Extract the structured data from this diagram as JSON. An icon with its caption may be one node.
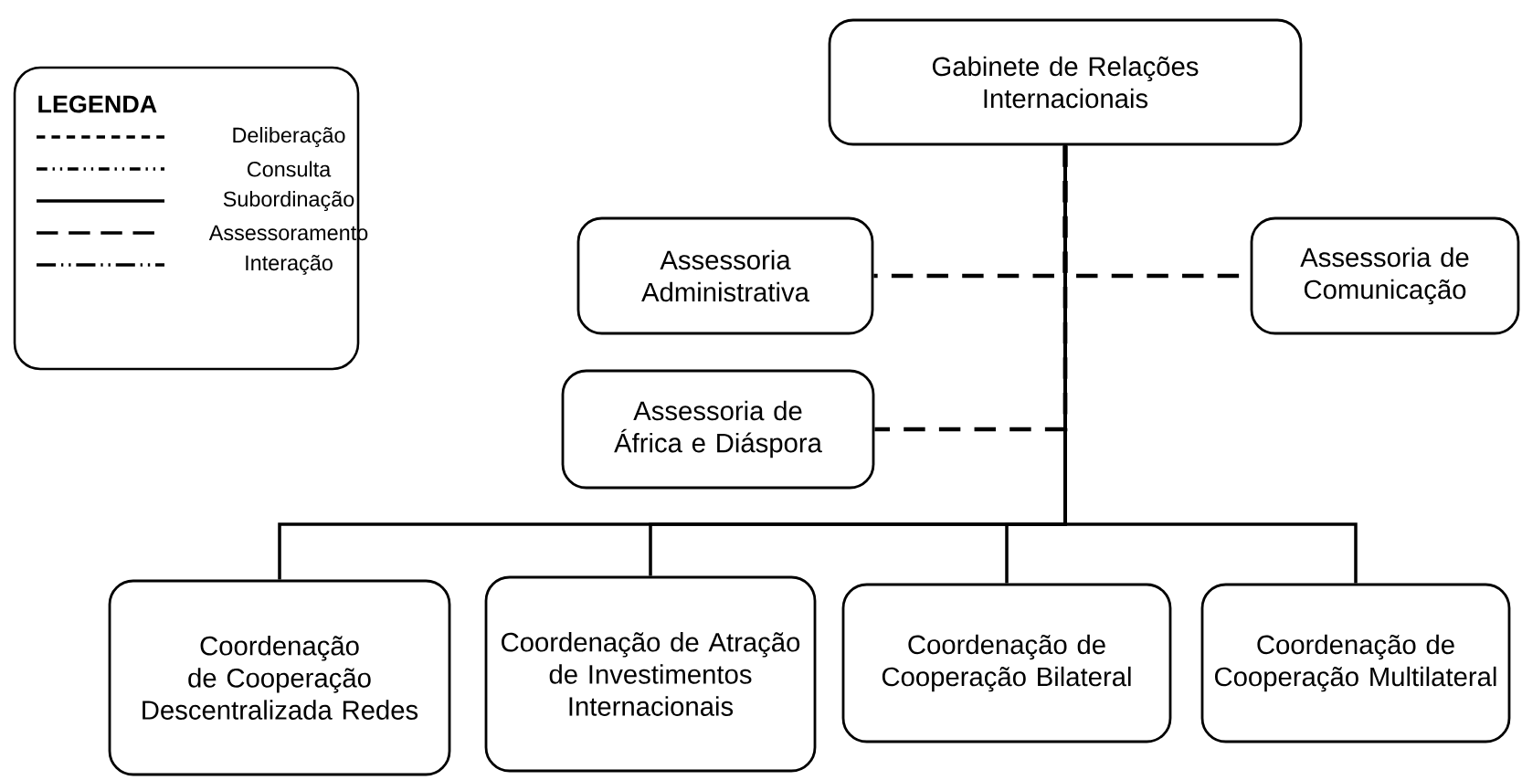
{
  "diagram": {
    "nodes": [
      {
        "text": [
          "Gabinete de Relações Internacionais"
        ]
      },
      {
        "text": [
          "Assessoria Administrativa"
        ]
      },
      {
        "text": [
          "Assessoria de Comunicação"
        ]
      },
      {
        "text": [
          "Assessoria de África e Diáspora"
        ]
      },
      {
        "text": [
          "Coordenação de Cooperação Descentralizada Redes"
        ]
      },
      {
        "text": [
          "Coordenação de Atração de Investimentos Internacionais"
        ]
      },
      {
        "text": [
          "Coordenação de Cooperação Bilateral"
        ]
      },
      {
        "text": [
          "Coordenação de Cooperação Multilateral"
        ]
      }
    ],
    "edges": [
      {
        "from": 0,
        "to": 1,
        "arrow": "none",
        "style": "dashed"
      },
      {
        "from": 0,
        "to": 2,
        "arrow": "none",
        "style": "dashed"
      },
      {
        "from": 0,
        "to": 3,
        "arrow": "none",
        "style": "dashed"
      },
      {
        "from": 0,
        "to": 4,
        "arrow": "none"
      },
      {
        "from": 0,
        "to": 5,
        "arrow": "none"
      },
      {
        "from": 0,
        "to": 6,
        "arrow": "none"
      },
      {
        "from": 0,
        "to": 7,
        "arrow": "none"
      }
    ],
    "labels": [
      "LEGENDA"
    ],
    "legend": [
      {
        "text": "Deliberação"
      },
      {
        "text": "Consulta"
      },
      {
        "text": "Subordinação"
      },
      {
        "text": "Assessoramento"
      },
      {
        "text": "Interação"
      }
    ]
  }
}
